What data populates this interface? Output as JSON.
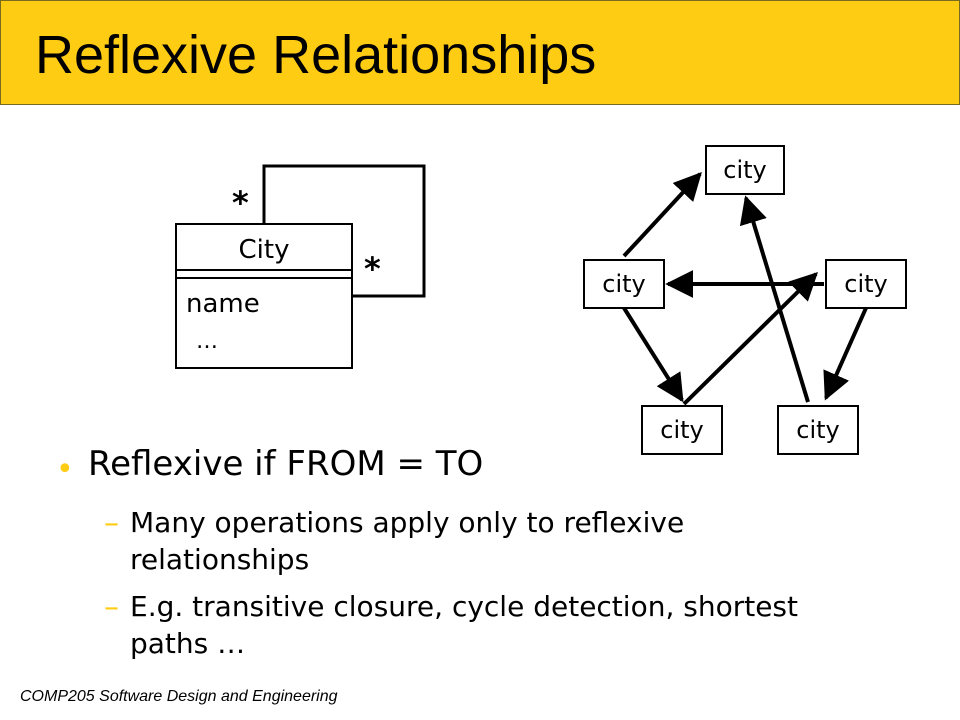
{
  "slide": {
    "title": "Reflexive Relationships",
    "footer": "COMP205 Software Design and Engineering"
  },
  "uml": {
    "class_name": "City",
    "attribute": "name",
    "more": "…",
    "multiplicity_top": "*",
    "multiplicity_right": "*"
  },
  "graph": {
    "nodes": {
      "top": "city",
      "mid_left": "city",
      "mid_right": "city",
      "bottom_left": "city",
      "bottom_right": "city"
    }
  },
  "bullets": {
    "main": "Reflexive if FROM = TO",
    "sub": [
      "Many operations apply only to reflexive relationships",
      "E.g. transitive closure, cycle detection, shortest paths …"
    ]
  },
  "colors": {
    "accent": "#FFCC14",
    "line": "#000000"
  }
}
